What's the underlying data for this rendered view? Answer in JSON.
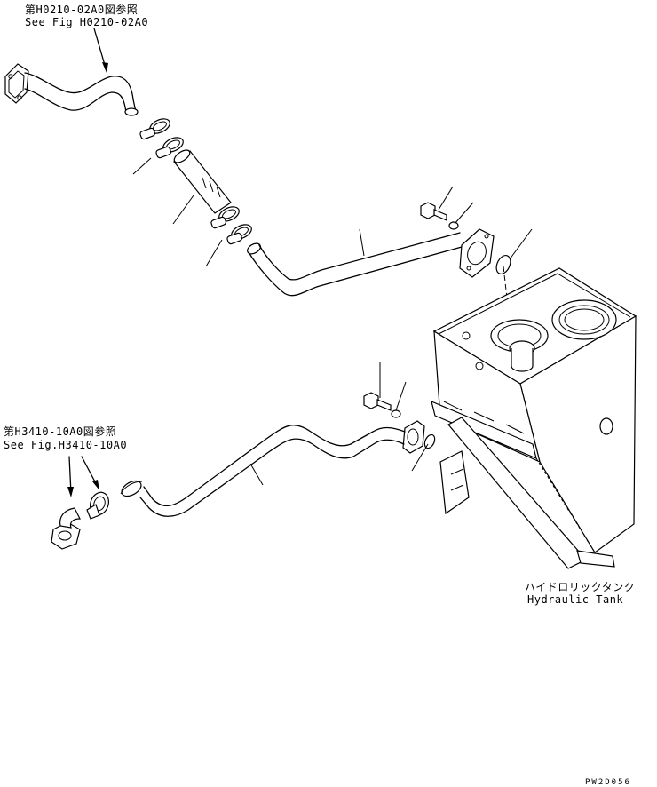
{
  "references": {
    "upper": {
      "jp": "第H0210-02A0図参照",
      "en": "See Fig H0210-02A0"
    },
    "lower": {
      "jp": "第H3410-10A0図参照",
      "en": "See Fig.H3410-10A0"
    }
  },
  "tank_label": {
    "jp": "ハイドロリックタンク",
    "en": "Hydraulic Tank"
  },
  "drawing_code": "PW2D056"
}
